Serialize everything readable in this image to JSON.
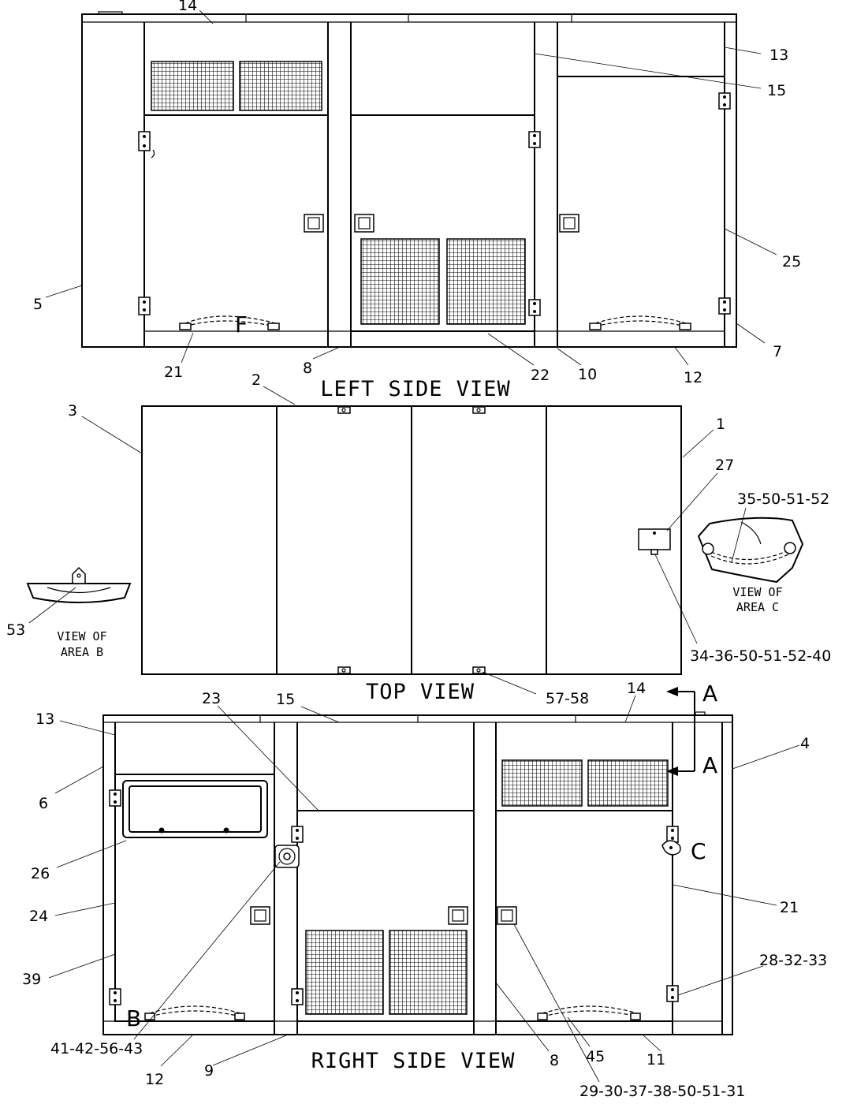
{
  "views": {
    "left_side": "LEFT SIDE VIEW",
    "top": "TOP VIEW",
    "right_side": "RIGHT SIDE VIEW"
  },
  "detail_notes": {
    "area_b_line1": "VIEW OF",
    "area_b_line2": "AREA B",
    "area_c_line1": "VIEW OF",
    "area_c_line2": "AREA C"
  },
  "area_markers": {
    "f": "F",
    "b": "B",
    "c": "C",
    "a_upper": "A",
    "a_lower": "A"
  },
  "callouts": {
    "left": {
      "c14": "14",
      "c13": "13",
      "c15": "15",
      "c25": "25",
      "c5": "5",
      "c7": "7",
      "c21": "21",
      "c8": "8",
      "c22": "22",
      "c10": "10",
      "c12": "12"
    },
    "top": {
      "c2": "2",
      "c3": "3",
      "c1": "1",
      "c27": "27",
      "c35": "35-50-51-52",
      "c53": "53",
      "c34": "34-36-50-51-52-40",
      "c57": "57-58"
    },
    "right": {
      "c23": "23",
      "c15": "15",
      "c14": "14",
      "c13": "13",
      "c4": "4",
      "c6": "6",
      "c26": "26",
      "c24": "24",
      "c39": "39",
      "c21": "21",
      "c28": "28-32-33",
      "c41": "41-42-56-43",
      "c12": "12",
      "c9": "9",
      "c8": "8",
      "c45": "45",
      "c11": "11",
      "c29": "29-30-37-38-50-51-31"
    }
  }
}
